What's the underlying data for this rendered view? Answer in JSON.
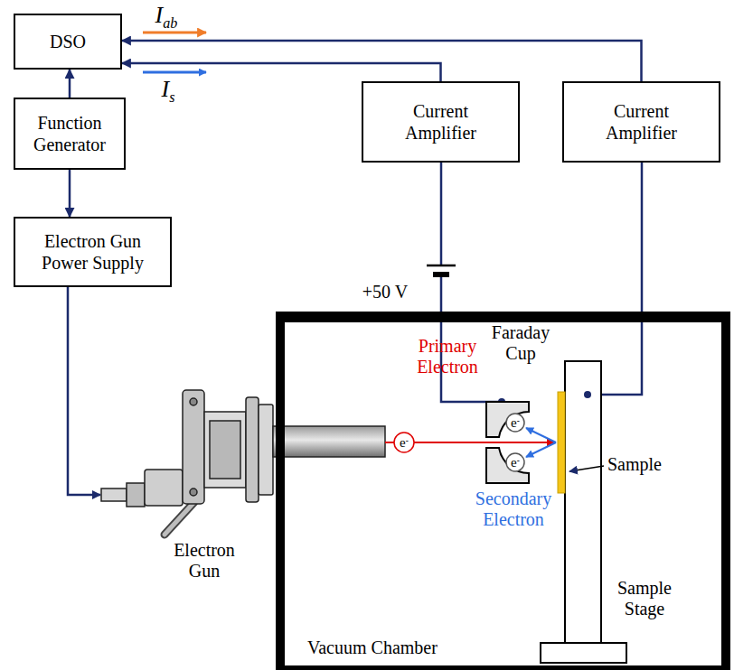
{
  "diagram": {
    "nodes": [
      {
        "text": [
          "DSO"
        ]
      },
      {
        "text": [
          "Function Generator"
        ]
      },
      {
        "text": [
          "Electron Gun Power Supply"
        ]
      },
      {
        "text": [
          "Current Amplifier"
        ]
      },
      {
        "text": [
          "Current Amplifier"
        ]
      },
      {
        "text": [
          "Vacuum Chamber"
        ]
      }
    ],
    "edges": [
      {
        "from": 1,
        "to": 0,
        "arrow": "to"
      },
      {
        "from": 1,
        "to": 2,
        "arrow": "to"
      },
      {
        "from": 3,
        "to": 0,
        "arrow": "to"
      },
      {
        "from": 4,
        "to": 0,
        "arrow": "to"
      }
    ],
    "labels": [
      "Iab",
      "Is",
      "+50 V",
      "Faraday Cup",
      "Primary Electron",
      "Secondary Electron",
      "Sample",
      "Electron Gun",
      "Sample Stage",
      "e-",
      "e-",
      "e-"
    ]
  }
}
